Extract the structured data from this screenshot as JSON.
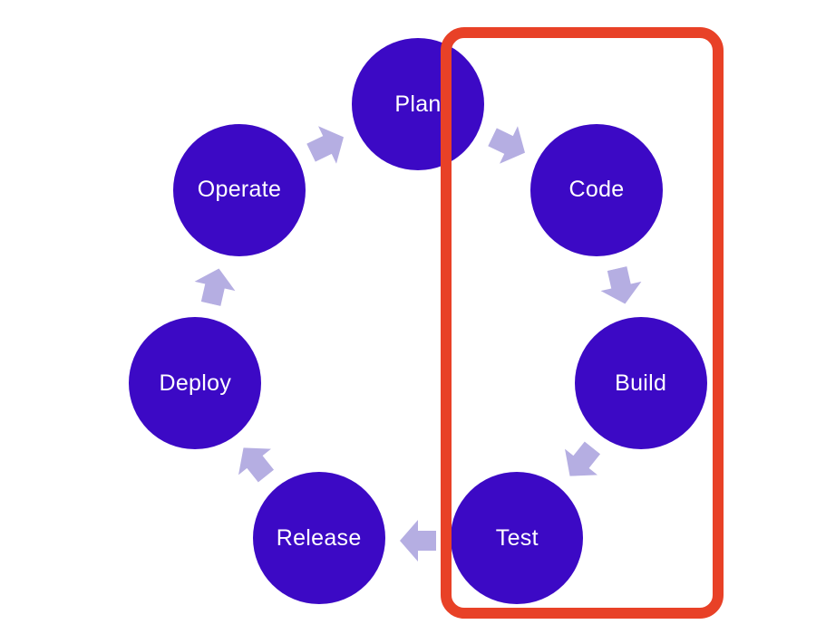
{
  "diagram": {
    "name": "devops-lifecycle-cycle",
    "flow_direction": "clockwise",
    "stages": [
      {
        "label": "Plan"
      },
      {
        "label": "Code"
      },
      {
        "label": "Build"
      },
      {
        "label": "Test"
      },
      {
        "label": "Release"
      },
      {
        "label": "Deploy"
      },
      {
        "label": "Operate"
      }
    ],
    "colors": {
      "stage_fill": "#3C09C5",
      "stage_label": "#FFFFFF",
      "arrow_fill": "#B5AEE2",
      "highlight_stroke": "#E84127",
      "background": "#FFFFFF"
    },
    "highlight": {
      "shape": "rounded-rectangle",
      "encloses": [
        "Plan (partial)",
        "Code",
        "Build",
        "Test"
      ]
    }
  }
}
